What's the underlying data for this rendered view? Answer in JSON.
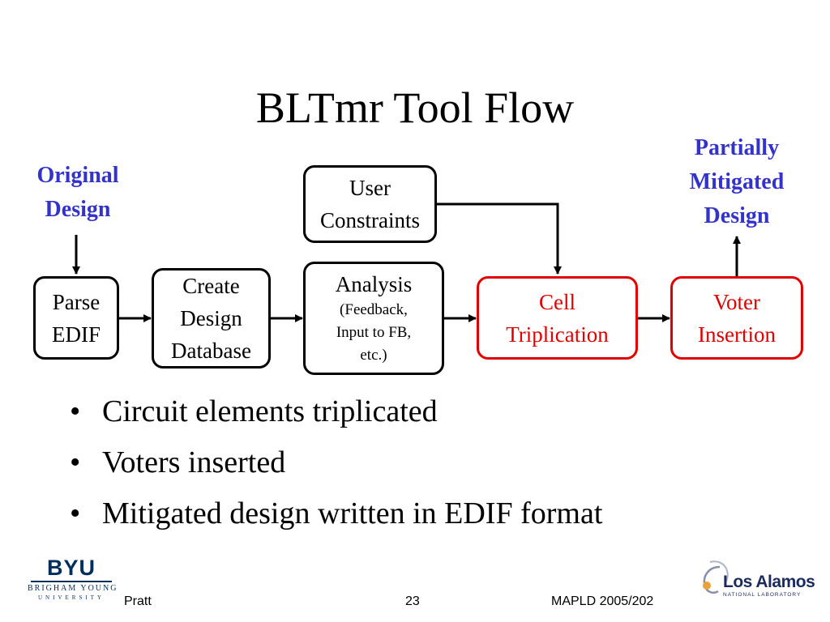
{
  "title": "BLTmr Tool Flow",
  "labels": {
    "original_design": [
      "Original",
      "Design"
    ],
    "partially_mitigated_design": [
      "Partially",
      "Mitigated",
      "Design"
    ]
  },
  "boxes": {
    "parse_edif": [
      "Parse",
      "EDIF"
    ],
    "create_design_database": [
      "Create",
      "Design",
      "Database"
    ],
    "user_constraints": [
      "User",
      "Constraints"
    ],
    "analysis": {
      "heading": "Analysis",
      "details": [
        "(Feedback,",
        "Input to FB,",
        "etc.)"
      ]
    },
    "cell_triplication": [
      "Cell",
      "Triplication"
    ],
    "voter_insertion": [
      "Voter",
      "Insertion"
    ]
  },
  "bullets": [
    "Circuit elements triplicated",
    "Voters inserted",
    "Mitigated design written in EDIF format"
  ],
  "bullet_symbol": "•",
  "footer": {
    "author": "Pratt",
    "page_number": "23",
    "conference": "MAPLD 2005/202"
  },
  "logos": {
    "byu": {
      "mark": "BYU",
      "name": "BRIGHAM YOUNG",
      "subtitle": "UNIVERSITY"
    },
    "lanl": {
      "name": "Los Alamos",
      "subtitle": "NATIONAL LABORATORY"
    }
  },
  "colors": {
    "label_blue": "#3333cc",
    "highlight_red": "#e00000",
    "byu_navy": "#002e5d",
    "lanl_navy": "#1a2b5e"
  }
}
